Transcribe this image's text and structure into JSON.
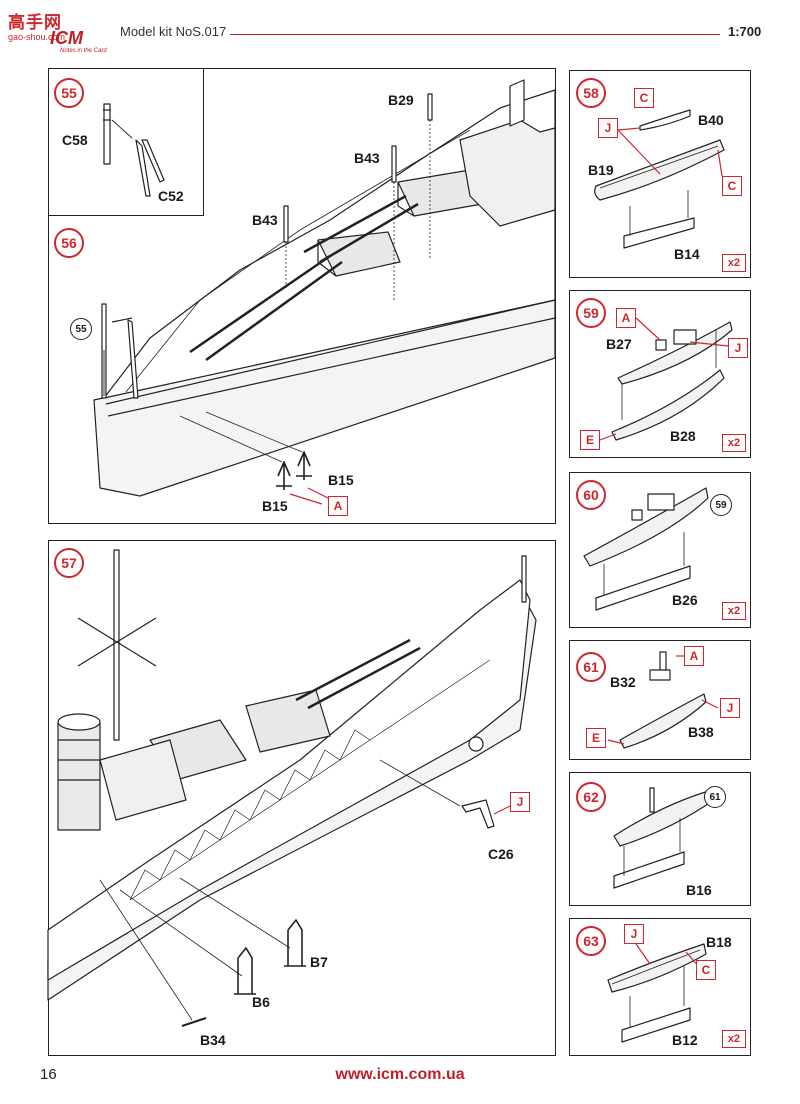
{
  "header": {
    "title": "Model kit NoS.017",
    "scale": "1:700",
    "logo_watermark": "高手网",
    "logo_watermark_sub": "gao-shou.com",
    "logo_brand": "ICM",
    "logo_tagline": "Notes in the Card"
  },
  "steps": {
    "s55": {
      "number": "55",
      "parts": [
        "C58",
        "C52"
      ]
    },
    "s56": {
      "number": "56",
      "ref": "55",
      "parts": [
        "B29",
        "B43",
        "B43",
        "B15",
        "B15"
      ],
      "paint": "A"
    },
    "s57": {
      "number": "57",
      "parts": [
        "C26",
        "B7",
        "B6",
        "B34"
      ],
      "paint": "J"
    },
    "s58": {
      "number": "58",
      "parts": [
        "B40",
        "B19",
        "B14"
      ],
      "paints": [
        "C",
        "J",
        "C"
      ],
      "multiplier": "x2"
    },
    "s59": {
      "number": "59",
      "parts": [
        "B27",
        "B28"
      ],
      "paints": [
        "A",
        "J",
        "E"
      ],
      "multiplier": "x2"
    },
    "s60": {
      "number": "60",
      "ref": "59",
      "parts": [
        "B26"
      ],
      "multiplier": "x2"
    },
    "s61": {
      "number": "61",
      "parts": [
        "B32",
        "B38"
      ],
      "paints": [
        "A",
        "J",
        "E"
      ]
    },
    "s62": {
      "number": "62",
      "ref": "61",
      "parts": [
        "B16"
      ]
    },
    "s63": {
      "number": "63",
      "parts": [
        "B18",
        "B12"
      ],
      "paints": [
        "J",
        "C"
      ],
      "multiplier": "x2"
    }
  },
  "footer": {
    "page_number": "16",
    "url": "www.icm.com.ua"
  },
  "colors": {
    "accent": "#d0262d",
    "line": "#222222"
  }
}
